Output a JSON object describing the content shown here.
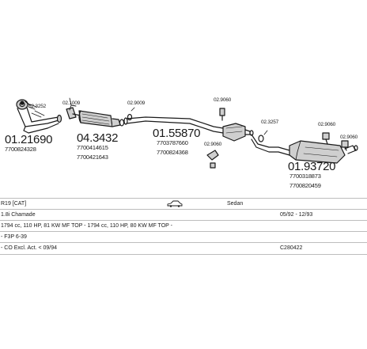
{
  "parts": [
    {
      "name": "part-01-21690",
      "number": "01.21690",
      "ref": "7700824328",
      "code": "02.3252"
    },
    {
      "name": "part-04-3432",
      "number": "04.3432",
      "ref1": "7700414615",
      "ref2": "7700421643",
      "code": "02.1009"
    },
    {
      "name": "part-01-55870",
      "number": "01.55870",
      "ref1": "7703787660",
      "ref2": "7700824368",
      "code1": "02.9009",
      "code2": "02.9060",
      "code3": "02.9060"
    },
    {
      "name": "part-01-93720",
      "number": "01.93720",
      "ref1": "7700318873",
      "ref2": "7700820459",
      "code1": "02.3257",
      "code2": "02.9060",
      "code3": "02.9060"
    }
  ],
  "info": {
    "model": "R19 [CAT]",
    "body_type": "Sedan",
    "engine": "1.8i Chamade",
    "period": "05/92 - 12/93",
    "specs": "1794 cc, 110 HP, 81 KW MF TOP - 1794 cc, 110 HP, 80 KW MF TOP -",
    "engine_code": "- F3P 6-39",
    "emission": "- CO Excl. Act. < 09/94",
    "catalog_code": "C280422"
  },
  "icons": {
    "car": "sedan-car-icon"
  },
  "colors": {
    "line": "#1a1a1a",
    "divider": "#bdbdbd",
    "part_fill": "#cfcfcf"
  }
}
